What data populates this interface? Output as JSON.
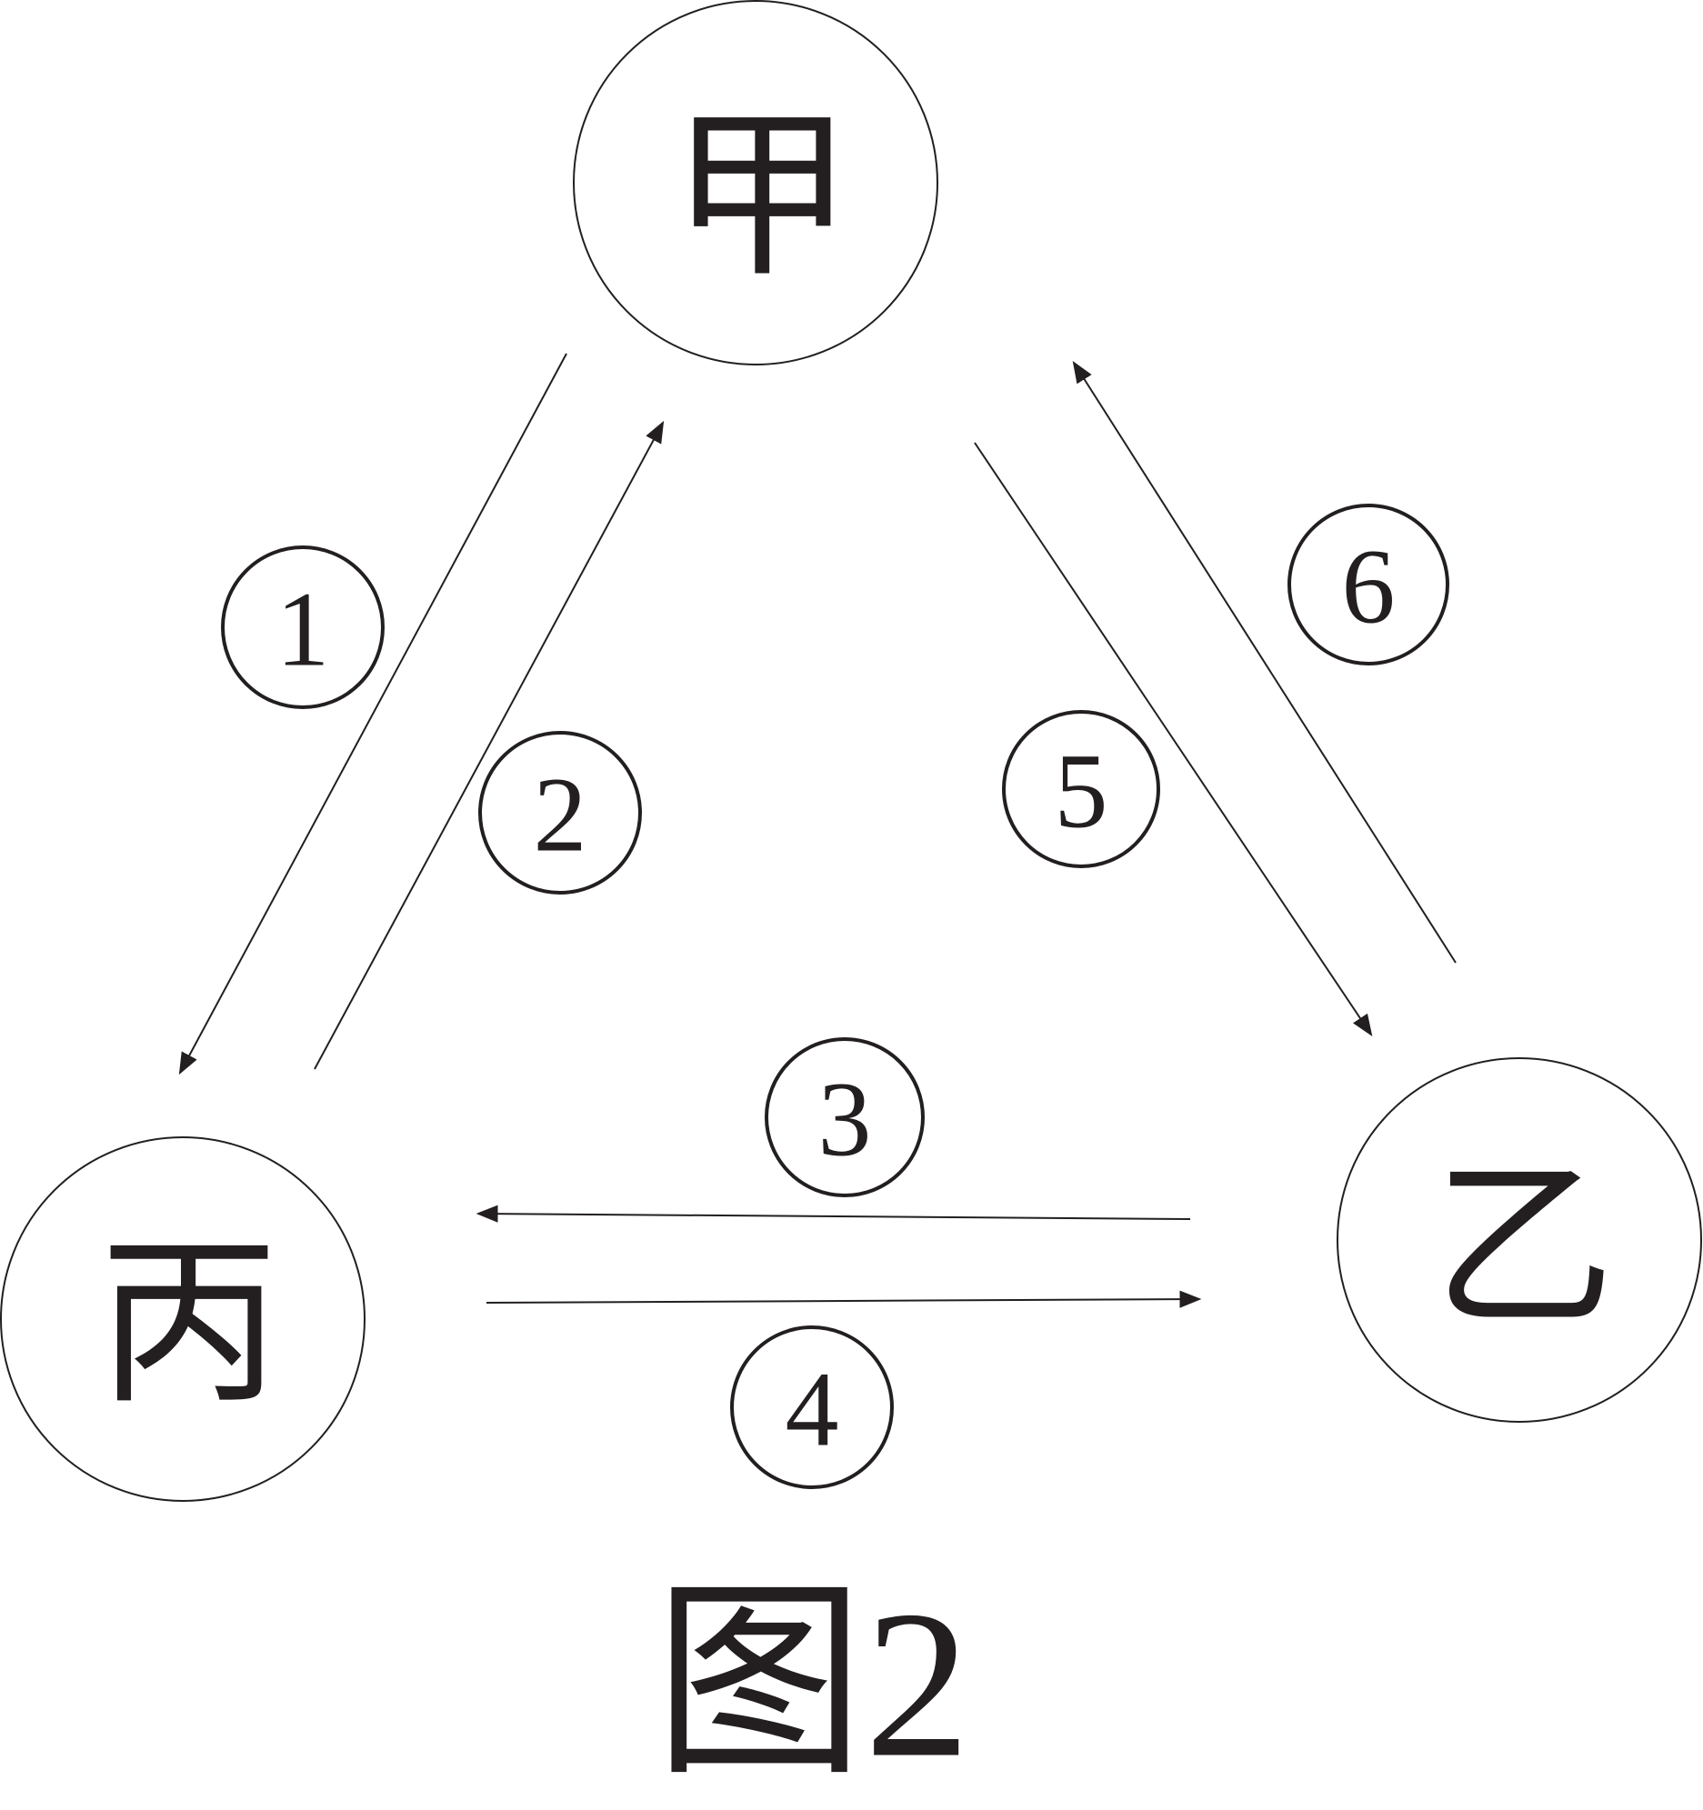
{
  "colors": {
    "ink": "#231f20",
    "background": "#ffffff"
  },
  "nodes": {
    "jia": {
      "label": "甲"
    },
    "yi": {
      "label": "乙"
    },
    "bing": {
      "label": "丙"
    }
  },
  "edges": [
    {
      "id": "1",
      "label": "1",
      "from": "甲",
      "to": "丙"
    },
    {
      "id": "2",
      "label": "2",
      "from": "丙",
      "to": "甲"
    },
    {
      "id": "3",
      "label": "3",
      "from": "乙",
      "to": "丙"
    },
    {
      "id": "4",
      "label": "4",
      "from": "丙",
      "to": "乙"
    },
    {
      "id": "5",
      "label": "5",
      "from": "甲",
      "to": "乙"
    },
    {
      "id": "6",
      "label": "6",
      "from": "乙",
      "to": "甲"
    }
  ],
  "caption": "图2"
}
